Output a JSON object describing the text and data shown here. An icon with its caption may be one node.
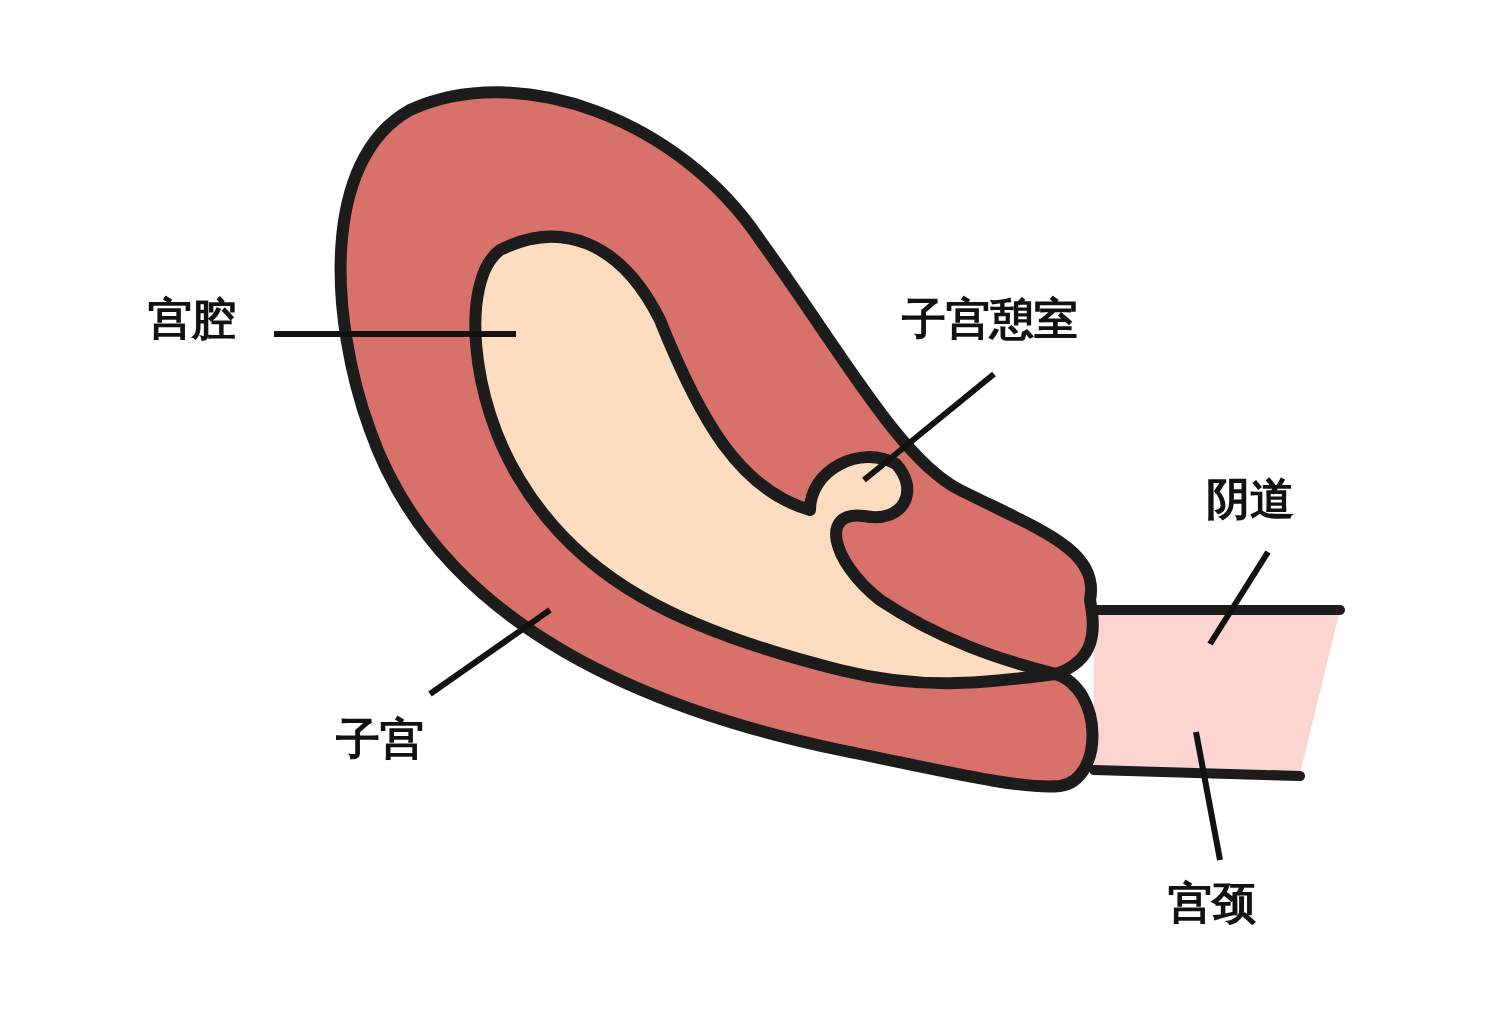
{
  "diagram": {
    "nodes": [
      {
        "text": [
          "宫腔"
        ]
      },
      {
        "text": [
          "子宫憩室"
        ]
      },
      {
        "text": [
          "阴道"
        ]
      },
      {
        "text": [
          "子宫"
        ]
      },
      {
        "text": [
          "宫颈"
        ]
      },
      {
        "text": [],
        "shape": "picture"
      },
      {
        "text": [],
        "shape": "picture",
        "in": 5
      },
      {
        "text": [],
        "shape": "box"
      }
    ],
    "edges": [
      {
        "from": 0,
        "to": 6,
        "arrow": "none"
      },
      {
        "from": 1,
        "to": 6,
        "arrow": "none"
      },
      {
        "from": 2,
        "to": 7,
        "arrow": "none"
      },
      {
        "from": 3,
        "to": 5,
        "arrow": "none"
      },
      {
        "from": 4,
        "to": 7,
        "arrow": "none"
      }
    ]
  }
}
